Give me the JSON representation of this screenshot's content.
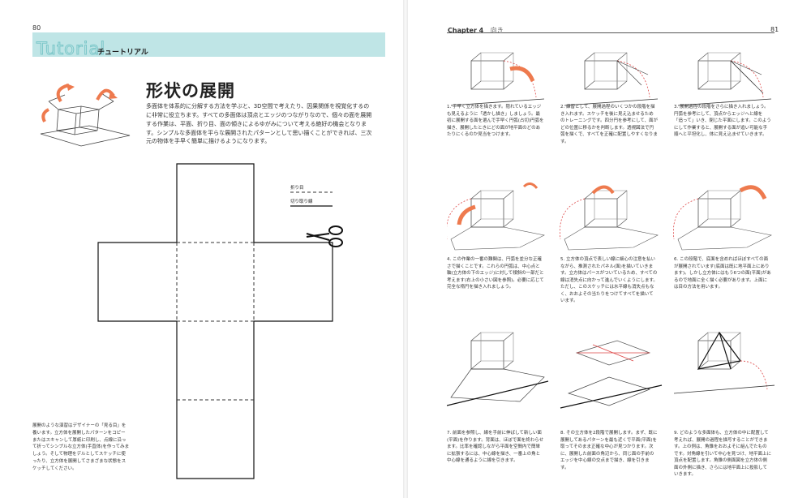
{
  "left_page": {
    "page_number": "80",
    "header_word": "Tutorial",
    "header_jp": "チュートリアル",
    "title": "形状の展開",
    "intro": "多面体を体系的に分解する方法を学ぶと、3D空間で考えたり、因果関係を視覚化するのに非常に役立ちます。すべての多面体は頂点とエッジのつながりなので、個々の面を展開する作業は、平面、折り目、面の傾きによるゆがみについて考える絶好の機会となります。シンプルな多面体を平らな展開されたパターンとして思い描くことができれば、三次元の物体を手早く簡単に描けるようになります。",
    "legend": {
      "fold": "折り目",
      "cut": "切り取り線"
    },
    "side_note": "展開のような演習はデザイナーの「見る目」を養います。立方体を展開したパターンをコピーまたはスキャンして厚紙に印刷し、点線に沿って折ってシンプルな立方体(手直体)を作ってみましょう。そして物理をデルとしてスケッチに使ったり、立方体を展開してさまざまな状態をスケッチしてください。"
  },
  "right_page": {
    "page_number": "81",
    "chapter_label": "Chapter 4",
    "chapter_title": "向き",
    "steps": [
      {
        "caption": "1. 手早く立方体を描きます。隠れているエッジも見えるように「透かし描き」しましょう。最初に展開する面を選んで手早く円弧(占切)円弧を描き、展開したときにどの面が地平面のどのあたりにくるのか見当をつけます。"
      },
      {
        "caption": "2. 練習として、展開過程のいくつかの段階を描き入れます。スケッチを後に見え込ませるためのトレーニングです。四分円を参考にして、面がどの位置に移るかを判断します。透視図法で円弧を描くで、すべてを正確に配置しやすくなります。"
      },
      {
        "caption": "3. 展開過程の段階をさらに描き入れましょう。円弧を参考にして、頂点からエッジへと線を「追って」いき、閉じた平面にします。このようにして作業すると、展開する面が追い可能な手順へと平坦化し、体に見え込ませていきます。"
      },
      {
        "caption": "4. この作業の一番の難関は、円弧を並分な正確さで描くことです。これらの円弧は、中心点と軸(立方体の下のエッジ)に対して傾斜の一部だと考えます(右上の小さい図を参照)。必要に応じて完全な楕円を描き入れましょう。"
      },
      {
        "caption": "5. 立方体の頂点で表しい線に細心の注意を払いながら、推測されたパネル(面)を描いていきます。立方体はパースがついているため、すべての線は消失点に向かって進んでいくようにします。ただし、このスケッチには水平線も消失点もなく、おおよその当たりをつけてすべてを描いています。"
      },
      {
        "caption": "6. この段階で、底面を含めればほぼすべての面が展開されています(底面は既に地平面上にあります)。しかし立方体にはもう6つの面(平面)があるので地面に全く描く必要があります。上面には目の方法を用います。"
      },
      {
        "caption": "7. 前面を参照し、線を手前に伸ばして新しい面(平面)を作ります。背面は、ほぼで面を終わらせます。比率を確認しながら平面を空間内で簡単に拡張するには、中心線を描き、一番上の角と中心線を通るように線を引きます。"
      },
      {
        "caption": "8. その立方体を2段階で展開します。まず、既に展開してあるパターンを最も近くで平面(平面)を取ってそのまま正確な中心が見つかります。次に、展開した前面の角辺から、同じ面の手前のエッジを中心線の交点まで描き、線を引きます。"
      },
      {
        "caption": "9. どのような多面体も、立方体の中に配置して考えれば、展開の過程を描写することができます。上の例は、角錐をおおよそに組んでたものです。対角線を引いて中心を見つけ、地平面上に頂点を配置します。角錐の側面図を立方体の側面の外側に描き、さらには地平面上に投影していきます。"
      }
    ]
  }
}
